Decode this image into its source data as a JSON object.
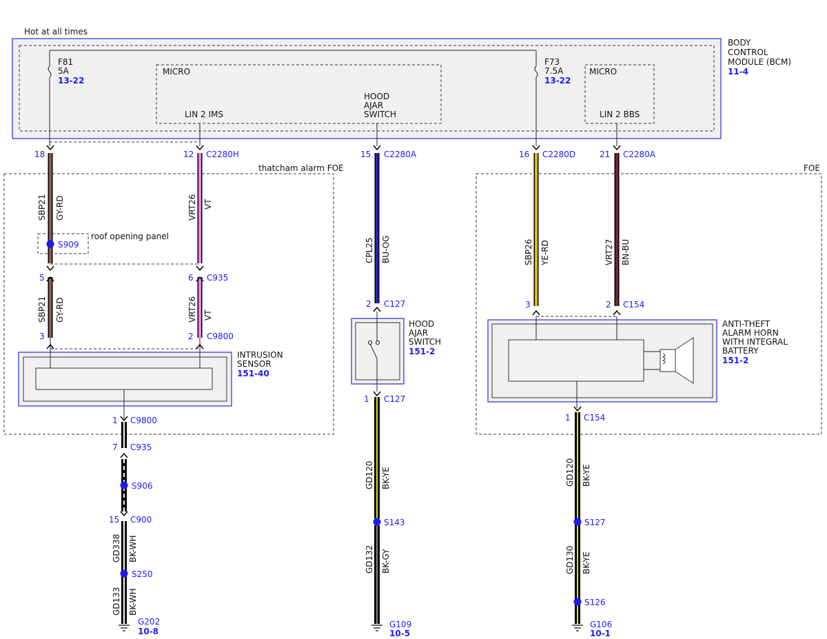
{
  "supply": {
    "label": "Hot at all times"
  },
  "bcm": {
    "name_lines": [
      "BODY",
      "CONTROL",
      "MODULE (BCM)"
    ],
    "ref": "11-4",
    "fuse1": {
      "id": "F81",
      "rating": "5A",
      "ref": "13-22"
    },
    "fuse2": {
      "id": "F73",
      "rating": "7.5A",
      "ref": "13-22"
    },
    "micro1": {
      "title": "MICRO",
      "pin_label": "LIN 2 IMS",
      "switch_lines": [
        "HOOD",
        "AJAR",
        "SWITCH"
      ]
    },
    "micro2": {
      "title": "MICRO",
      "pin_label": "LIN 2 BBS"
    }
  },
  "options": {
    "thatcham": "thatcham alarm FOE",
    "foe": "FOE",
    "roof": "roof opening panel"
  },
  "pins": {
    "p18": "18",
    "p12": "12",
    "p15": "15",
    "p16": "16",
    "p21": "21",
    "p5": "5",
    "p6": "6",
    "p3a": "3",
    "p2a": "2",
    "p1a": "1",
    "p7": "7",
    "p15b": "15",
    "p2b": "2",
    "p1b": "1",
    "p3b": "3",
    "p2c": "2",
    "p1c": "1"
  },
  "connectors": {
    "c2280h": "C2280H",
    "c2280a_1": "C2280A",
    "c2280d": "C2280D",
    "c2280a_2": "C2280A",
    "c935_1": "C935",
    "c9800_1": "C9800",
    "c9800_2": "C9800",
    "c935_2": "C935",
    "c900": "C900",
    "c127_1": "C127",
    "c127_2": "C127",
    "c154_1": "C154",
    "c154_2": "C154"
  },
  "wires": {
    "w1_circuit": "SBP21",
    "w1_color": "GY-RD",
    "w1b_circuit": "SBP21",
    "w1b_color": "GY-RD",
    "w2_circuit": "VRT26",
    "w2_color": "VT",
    "w2b_circuit": "VRT26",
    "w2b_color": "VT",
    "w3_circuit": "CPL25",
    "w3_color": "BU-OG",
    "w4_circuit": "SBP26",
    "w4_color": "YE-RD",
    "w5_circuit": "VRT27",
    "w5_color": "BN-BU",
    "g1_circuit": "GD338",
    "g1_color": "BK-WH",
    "g2_circuit": "GD133",
    "g2_color": "BK-WH",
    "g3_circuit": "GD120",
    "g3_color": "BK-YE",
    "g4_circuit": "GD132",
    "g4_color": "BK-GY",
    "g5_circuit": "GD120",
    "g5_color": "BK-YE",
    "g6_circuit": "GD130",
    "g6_color": "BK-YE"
  },
  "splices": {
    "s909": "S909",
    "s906": "S906",
    "s250": "S250",
    "s143": "S143",
    "s127": "S127",
    "s126": "S126"
  },
  "components": {
    "intrusion": {
      "lines": [
        "INTRUSION",
        "SENSOR"
      ],
      "ref": "151-40"
    },
    "hood": {
      "lines": [
        "HOOD",
        "AJAR",
        "SWITCH"
      ],
      "ref": "151-2"
    },
    "horn": {
      "lines": [
        "ANTI-THEFT",
        "ALARM HORN",
        "WITH INTEGRAL",
        "BATTERY"
      ],
      "ref": "151-2"
    }
  },
  "grounds": {
    "g202": {
      "id": "G202",
      "ref": "10-8"
    },
    "g109": {
      "id": "G109",
      "ref": "10-5"
    },
    "g106": {
      "id": "G106",
      "ref": "10-1"
    }
  },
  "colors": {
    "accent_blue": "#1a1aff",
    "gy_rd": "#a0524d",
    "violet": "#ee82ee",
    "bu_og": "#2222cc",
    "ye_rd": "#e8b800",
    "bn_bu": "#7a1f3d",
    "bk_ye": "#e8e000",
    "bk_wh": "#ffffff",
    "bk_gy": "#888888"
  }
}
